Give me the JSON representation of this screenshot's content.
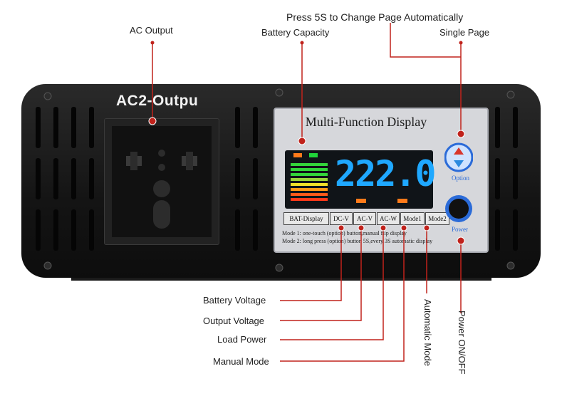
{
  "callouts": {
    "press_5s": "Press 5S to Change Page Automatically",
    "ac_output": "AC Output",
    "battery_capacity": "Battery Capacity",
    "single_page": "Single Page",
    "battery_voltage": "Battery Voltage",
    "output_voltage": "Output Voltage",
    "load_power": "Load Power",
    "manual_mode": "Manual Mode",
    "automatic_mode": "Automatic Mode",
    "power_onoff": "Power ON/OFF"
  },
  "device": {
    "socket_label": "AC2-Outpu",
    "display_title": "Multi-Function Display",
    "lcd_reading": "222.0",
    "buttons": [
      "BAT-Display",
      "DC-V",
      "AC-V",
      "AC-W",
      "Mode1",
      "Mode2"
    ],
    "mode1_note": "Mode 1:  one-touch (option) button,manual flip display",
    "mode2_note": "Mode 2:  long press (option) button 5S,every 3S automatic display",
    "option_label": "Option",
    "power_label": "Power"
  },
  "colors": {
    "callout_line": "#c0221b",
    "lcd_blue": "#1fa8ff",
    "panel": "#151515"
  }
}
